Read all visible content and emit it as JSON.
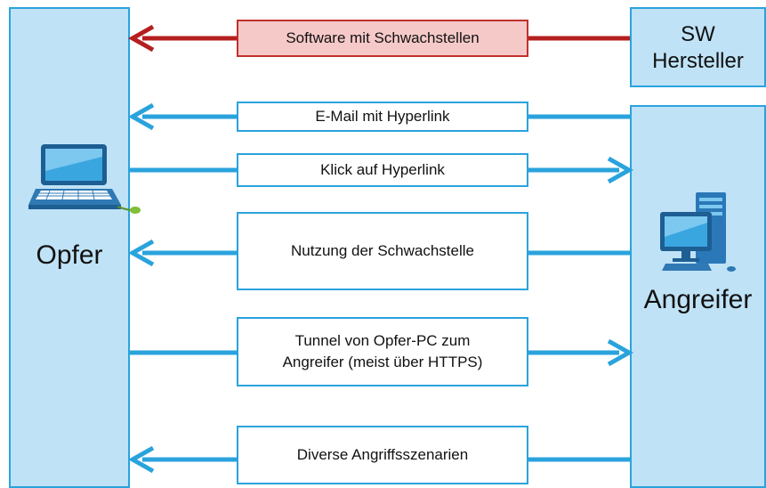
{
  "victim": {
    "label": "Opfer"
  },
  "vendor": {
    "line1": "SW",
    "line2": "Hersteller"
  },
  "attacker": {
    "label": "Angreifer"
  },
  "messages": [
    {
      "text": "Software mit Schwachstellen",
      "direction": "left",
      "color": "#b51f1f"
    },
    {
      "text": "E-Mail  mit Hyperlink",
      "direction": "left",
      "color": "#2aa3dd"
    },
    {
      "text": "Klick auf Hyperlink",
      "direction": "right",
      "color": "#2aa3dd"
    },
    {
      "text": "Nutzung der Schwachstelle",
      "direction": "left",
      "color": "#2aa3dd"
    },
    {
      "line1": "Tunnel von Opfer-PC zum",
      "line2": "Angreifer (meist über HTTPS)",
      "direction": "right",
      "color": "#2aa3dd"
    },
    {
      "text": "Diverse Angriffsszenarien",
      "direction": "left",
      "color": "#2aa3dd"
    }
  ],
  "icons": {
    "victim": "laptop-icon",
    "attacker": "desktop-pc-icon"
  }
}
